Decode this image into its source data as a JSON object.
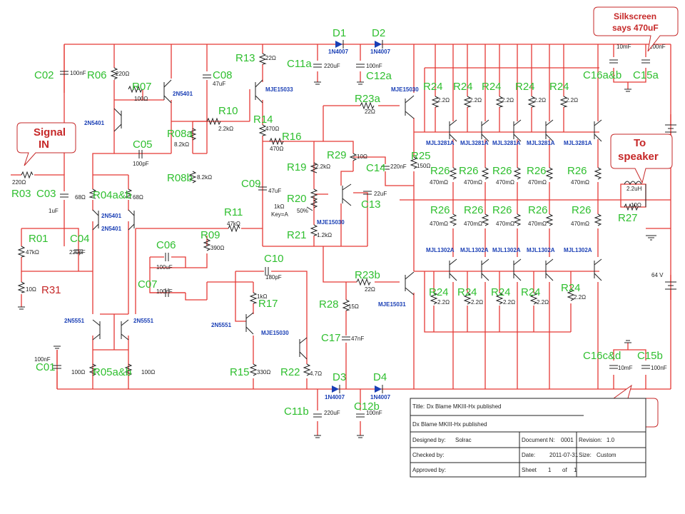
{
  "labels": {
    "D1": "D1",
    "D2": "D2",
    "D3": "D3",
    "D4": "D4",
    "C02": "C02",
    "R06": "R06",
    "R07": "R07",
    "C08": "C08",
    "R13": "R13",
    "C11a": "C11a",
    "C12a": "C12a",
    "R23a": "R23a",
    "R10": "R10",
    "R14": "R14",
    "R16": "R16",
    "R08a": "R08a",
    "C05": "C05",
    "R08b": "R08b",
    "R19": "R19",
    "R29": "R29",
    "R25": "R25",
    "C14": "C14",
    "C09": "C09",
    "R20": "R20",
    "C13": "C13",
    "R11": "R11",
    "R21": "R21",
    "R09": "R09",
    "C06": "C06",
    "C07": "C07",
    "C10": "C10",
    "R03": "R03",
    "C03": "C03",
    "R04": "R04a&b",
    "R01": "R01",
    "C04": "C04",
    "R31": "R31",
    "R17": "R17",
    "R23b": "R23b",
    "R28": "R28",
    "C17": "C17",
    "C01": "C01",
    "R05": "R05a&b",
    "R15": "R15",
    "R22": "R22",
    "C11b": "C11b",
    "C12b": "C12b",
    "C16ab": "C16a&b",
    "C15a": "C15a",
    "C16cd": "C16c&d",
    "C15b": "C15b",
    "R27": "R27",
    "R24": "R24",
    "R26": "R26"
  },
  "values": {
    "n100nF": "100nF",
    "n220": "220Ω",
    "n100": "100Ω",
    "n47uF": "47uF",
    "n22": "22Ω",
    "n220uF": "220uF",
    "n2k2": "2.2kΩ",
    "n470": "470Ω",
    "n8k2": "8.2kΩ",
    "n100pF": "100pF",
    "n2k2b": "2.2kΩ",
    "n10": "10Ω",
    "n150": "150Ω",
    "n220nF": "220nF",
    "n47uF2": "47uF",
    "n1k": "1kΩ",
    "keya": "Key=A",
    "pct": "50%",
    "n22uF": "22uF",
    "n47k": "47kΩ",
    "n1k2": "1.2kΩ",
    "n390": "390Ω",
    "n100uF": "100uF",
    "n100nF2": "100nF",
    "n180pF": "180pF",
    "n1uF": "1uF",
    "n68": "68Ω",
    "n220pF": "220pF",
    "n10b": "10Ω",
    "n1kb": "1kΩ",
    "n15": "15Ω",
    "n47nF": "47nF",
    "n330": "330Ω",
    "n4k7": "4.7Ω",
    "n10mF": "10mF",
    "n2r2": "2.2Ω",
    "n470m": "470mΩ",
    "n2u2": "2.2uH",
    "n10c": "10Ω",
    "v64": "64 V",
    "n220b": "220Ω"
  },
  "parts": {
    "q2N5401": "2N5401",
    "q2N5551": "2N5551",
    "qMJE15033": "MJE15033",
    "qMJE15030": "MJE15030",
    "qMJE15031": "MJE15031",
    "qMJL3281A": "MJL3281A",
    "qMJL1302A": "MJL1302A",
    "d1N4007": "1N4007"
  },
  "callouts": {
    "signal_line1": "Signal",
    "signal_line2": "IN",
    "speaker_line1": "To",
    "speaker_line2": "speaker",
    "silk_line1": "Silkscreen",
    "silk_line2": "says 470uF"
  },
  "title_block": {
    "title_label": "Title:",
    "title_value": "Dx Blame MKIII-Hx published",
    "subtitle": "Dx Blame MKIII-Hx published",
    "designed_label": "Designed by:",
    "designed_value": "Solrac",
    "doc_label": "Document N:",
    "doc_value": "0001",
    "rev_label": "Revision:",
    "rev_value": "1.0",
    "checked_label": "Checked by:",
    "date_label": "Date:",
    "date_value": "2011-07-31",
    "size_label": "Size:",
    "size_value": "Custom",
    "approved_label": "Approved by:",
    "sheet_label": "Sheet",
    "sheet_value": "1",
    "of_label": "of",
    "of_value": "1"
  },
  "colors": {
    "wire": "#e53935",
    "label": "#2fbf2f",
    "part": "#1a3fb5",
    "callout": "#c62828"
  }
}
